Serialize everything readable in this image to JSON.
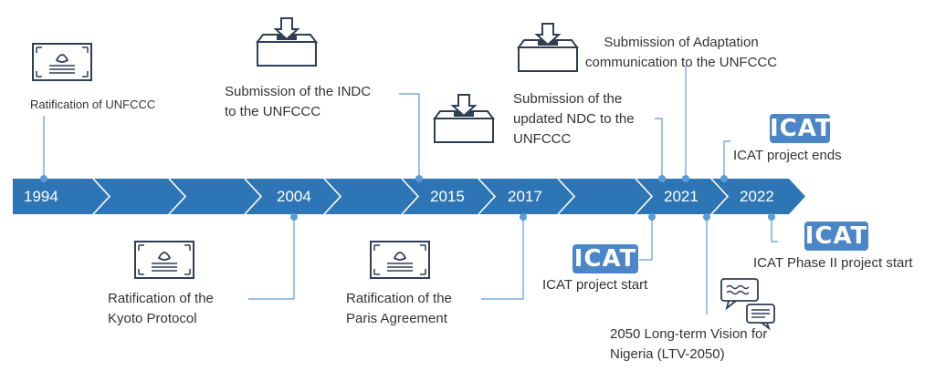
{
  "timeline": {
    "years": [
      "1994",
      "2004",
      "2015",
      "2017",
      "2021",
      "2022"
    ],
    "colors": {
      "arrow": "#2e75b6",
      "line": "#5b9bd5",
      "icon": "#2f3e55",
      "badge": "#4a86c8"
    }
  },
  "events": {
    "unfccc": "Ratification of UNFCCC",
    "indc": "Submission of the INDC\nto the UNFCCC",
    "ndc": "Submission of the\nupdated NDC to the\nUNFCCC",
    "adaptation": "Submission of Adaptation\ncommunication to the UNFCCC",
    "icat_ends": "ICAT project ends",
    "kyoto": "Ratification of the\nKyoto Protocol",
    "paris": "Ratification of the\nParis Agreement",
    "icat_start": "ICAT project start",
    "icat_phase2": "ICAT Phase II project start",
    "ltv": "2050 Long-term Vision for\nNigeria (LTV-2050)"
  },
  "badges": {
    "icat": "ICAT"
  },
  "icons": [
    "certificate-icon",
    "ballot-box-icon",
    "speech-bubbles-icon"
  ]
}
